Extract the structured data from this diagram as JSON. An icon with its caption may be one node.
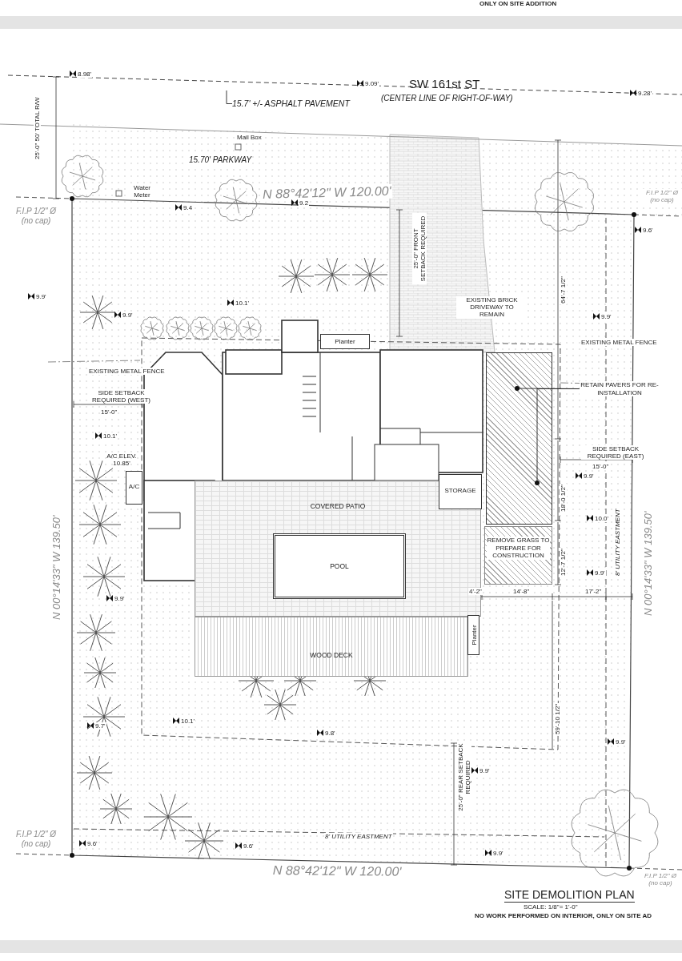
{
  "diagram": {
    "title": "SITE DEMOLITION PLAN",
    "nodes": [
      {
        "text": [
          "15.7' +/- ASPHALT PAVEMENT"
        ]
      },
      {
        "text": [
          "RETAIN PAVERS FOR RE-INSTALLATION"
        ]
      },
      {
        "text": [],
        "shape": "box"
      },
      {
        "text": [
          "REMOVE GRASS TO PREPARE FOR CONSTRUCTION"
        ]
      },
      {
        "text": [
          "COVERED PATIO"
        ]
      },
      {
        "text": [
          "POOL"
        ],
        "in": 4
      },
      {
        "text": [
          "WOOD DECK"
        ]
      },
      {
        "text": [
          "Planter"
        ]
      },
      {
        "text": [
          "A/C"
        ],
        "beside": [
          "A/C ELEV. 10.85'"
        ]
      },
      {
        "text": [
          "STORAGE"
        ]
      },
      {
        "text": [
          "Planter"
        ]
      }
    ],
    "edges": [
      {
        "from": 0,
        "to": null,
        "arrow": "none"
      },
      {
        "from": 1,
        "to": 2,
        "arrow": "other"
      },
      {
        "from": 1,
        "to": 2,
        "arrow": "other"
      }
    ],
    "labels": [
      "ONLY ON SITE ADDITION",
      "8.98'",
      "SW 161st ST",
      "9.09'",
      "9.28'",
      "(CENTER LINE OF RIGHT-OF-WAY)",
      "25'-0\" 50' TOTAL R/W",
      "Mail Box",
      "15.70' PARKWAY",
      "Water Meter",
      "N 88°42'12\"  W 120.00'",
      "F.I.P 1/2\" Ø (no cap)",
      "9.4",
      "9.2",
      "F.I.P 1/2\" Ø (no cap)",
      "9.6'",
      "25'-0\" FRONT SETBACK REQUIRED",
      "EXISTING BRICK DRIVEWAY TO REMAIN",
      "64'-7 1/2\"",
      "9.9'",
      "10.1'",
      "9.9'",
      "9.9'",
      "EXISTING METAL FENCE",
      "EXISTING METAL FENCE",
      "SIDE SETBACK REQUIRED (WEST)",
      "15'-0\"",
      "10.1'",
      "SIDE SETBACK REQUIRED (EAST)",
      "15'-0\"",
      "9.9'",
      "18'-0 1/2\"",
      "10.0'",
      "8' UTILITY EASTMENT",
      "N 00°14'33\"  W 139.50'",
      "N 00°14'33\"  W 139.50'",
      "12'-7 1/2\"",
      "9.9'",
      "4'-2\"",
      "14'-8\"",
      "17'-2\"",
      "9.9'",
      "10.1'",
      "9.7'",
      "9.8'",
      "59'-10 1/2\"",
      "9.9'",
      "9.9'",
      "25'-0\" REAR SETBACK REQUIRED",
      "8' UTILITY EASTMENT",
      "F.I.P 1/2\" Ø (no cap)",
      "9.6'",
      "9.6'",
      "9.9'",
      "N 88°42'12\"  W 120.00'",
      "F.I.P 1/2\" Ø (no cap)",
      "SCALE: 1/8\"= 1'-0\"",
      "NO WORK PERFORMED ON INTERIOR, ONLY ON SITE AD"
    ]
  }
}
